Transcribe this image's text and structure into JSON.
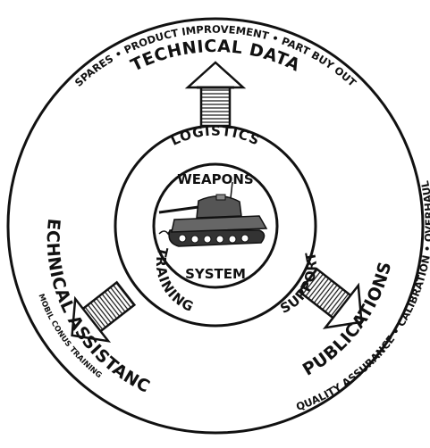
{
  "diagram": {
    "center": {
      "line1": "WEAPONS",
      "line2": "SYSTEM"
    },
    "inner_ring": {
      "top": "LOGISTICS",
      "left": "TRAINING",
      "right": "SUPPORT"
    },
    "outer": {
      "top_heading": "TECHNICAL DATA",
      "top_arc": "SPARES • PRODUCT IMPROVEMENT • PART BUY OUT",
      "left_heading": "TECHNICAL ASSISTANCE",
      "left_sub": "MOBIL CONUS TRAINING",
      "right_heading": "PUBLICATIONS",
      "right_arc": "QUALITY ASSURANCE • CALIBRATION • OVERHAUL"
    }
  }
}
